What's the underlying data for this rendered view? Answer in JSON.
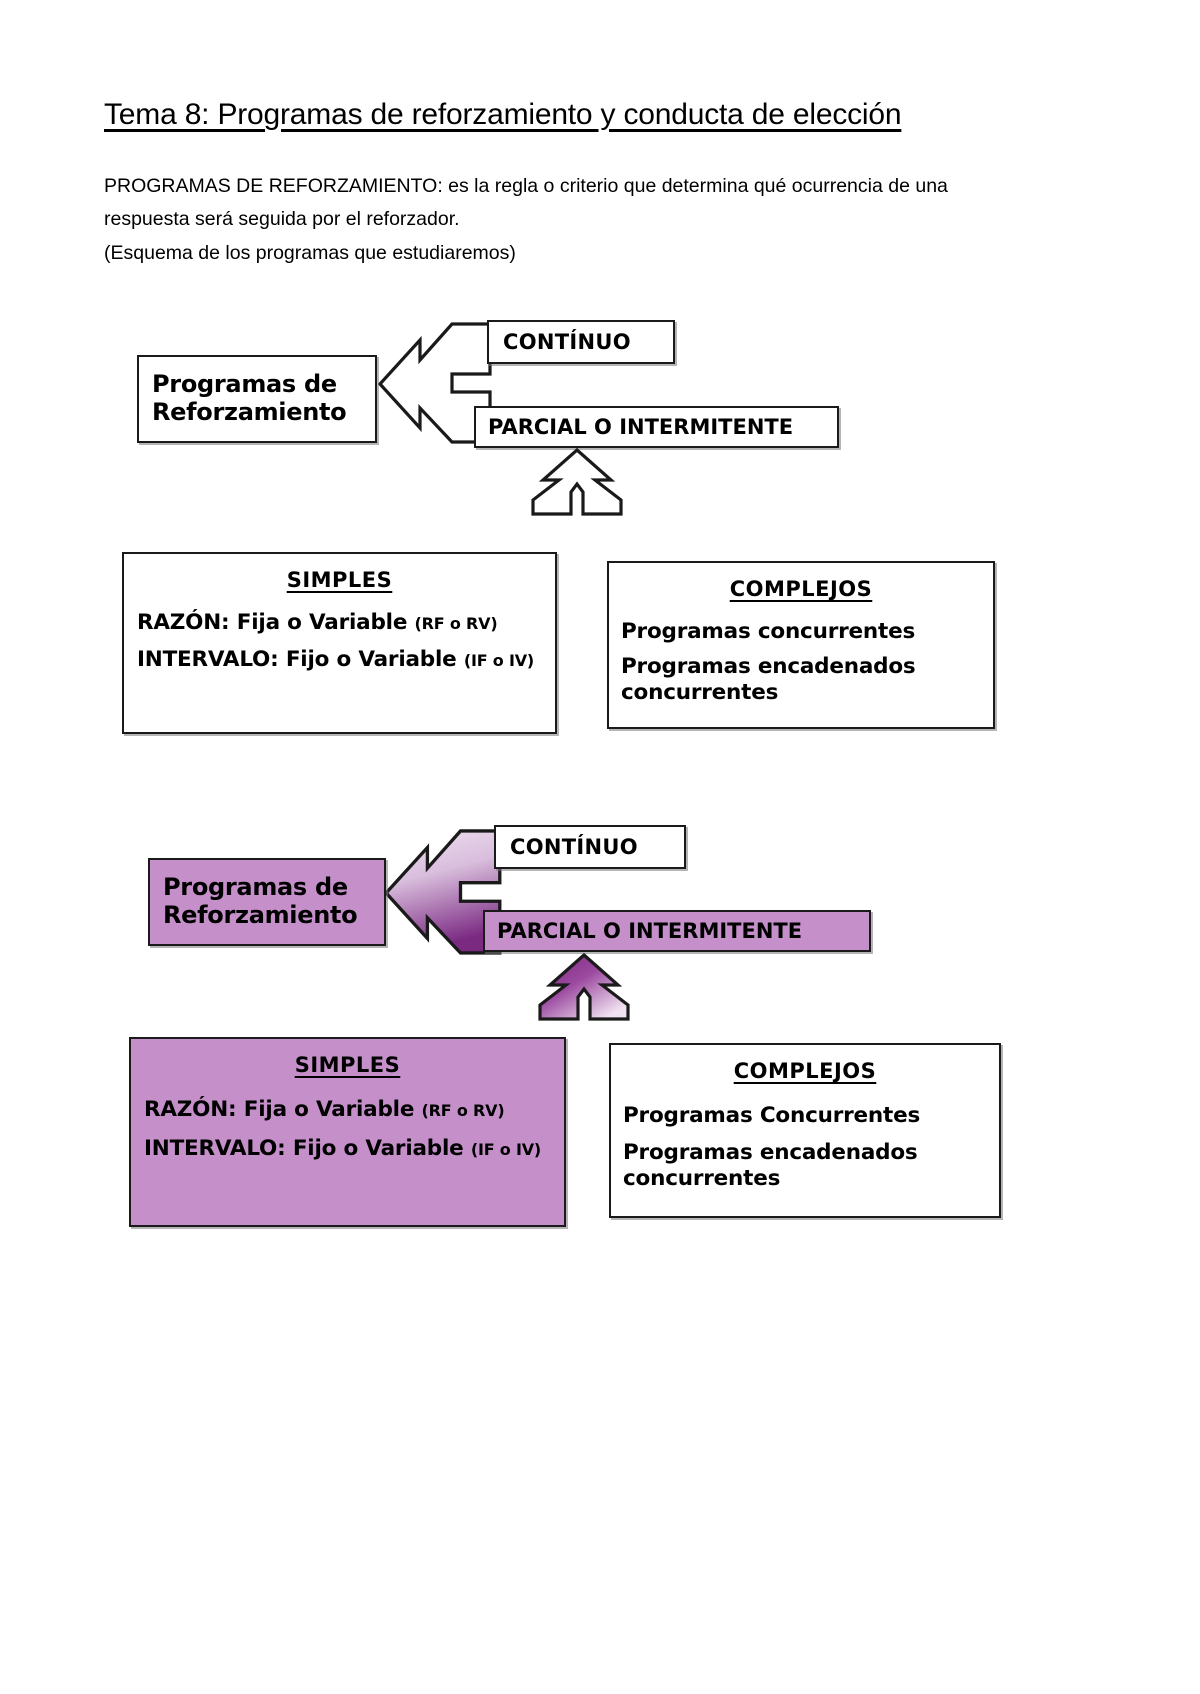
{
  "document": {
    "title": "Tema 8: Programas de reforzamiento y conducta de elección",
    "intro_paragraph_1": "PROGRAMAS DE REFORZAMIENTO: es la regla o criterio que determina qué ocurrencia de una respuesta será seguida por el reforzador.",
    "intro_paragraph_2": "(Esquema de los programas que estudiaremos)"
  },
  "colors": {
    "purple_fill": "#c58fc9",
    "purple_gradient_light": "#e8d3ea",
    "purple_gradient_dark": "#7b2a82",
    "outline": "#1a1a1a",
    "page_background": "#ffffff"
  },
  "diagram_plain": {
    "source_node": "Programas de\nReforzamiento",
    "source_line_1": "Programas de",
    "source_line_2": "Reforzamiento",
    "branch_continuo": "CONTÍNUO",
    "branch_parcial": "PARCIAL O INTERMITENTE",
    "split_arrow_right": "split-arrow-right-icon",
    "split_arrow_down": "split-arrow-down-icon",
    "panel_simples": {
      "title": "SIMPLES",
      "lines": [
        {
          "main": "RAZÓN: Fija o Variable",
          "paren": "(RF o RV)"
        },
        {
          "main": "INTERVALO: Fijo o Variable",
          "paren": "(IF o IV)"
        }
      ]
    },
    "panel_complejos": {
      "title": "COMPLEJOS",
      "lines": [
        "Programas concurrentes",
        "Programas encadenados concurrentes"
      ]
    }
  },
  "diagram_purple": {
    "source_node": "Programas de\nReforzamiento",
    "source_line_1": "Programas de",
    "source_line_2": "Reforzamiento",
    "branch_continuo": "CONTÍNUO",
    "branch_parcial": "PARCIAL O INTERMITENTE",
    "split_arrow_right": "split-arrow-right-icon",
    "split_arrow_down": "split-arrow-down-icon",
    "panel_simples": {
      "title": "SIMPLES",
      "lines": [
        {
          "main": "RAZÓN: Fija o Variable",
          "paren": "(RF o RV)"
        },
        {
          "main": "INTERVALO: Fijo o Variable",
          "paren": "(IF o IV)"
        }
      ]
    },
    "panel_complejos": {
      "title": "COMPLEJOS",
      "lines": [
        "Programas Concurrentes",
        "Programas encadenados concurrentes"
      ]
    }
  }
}
